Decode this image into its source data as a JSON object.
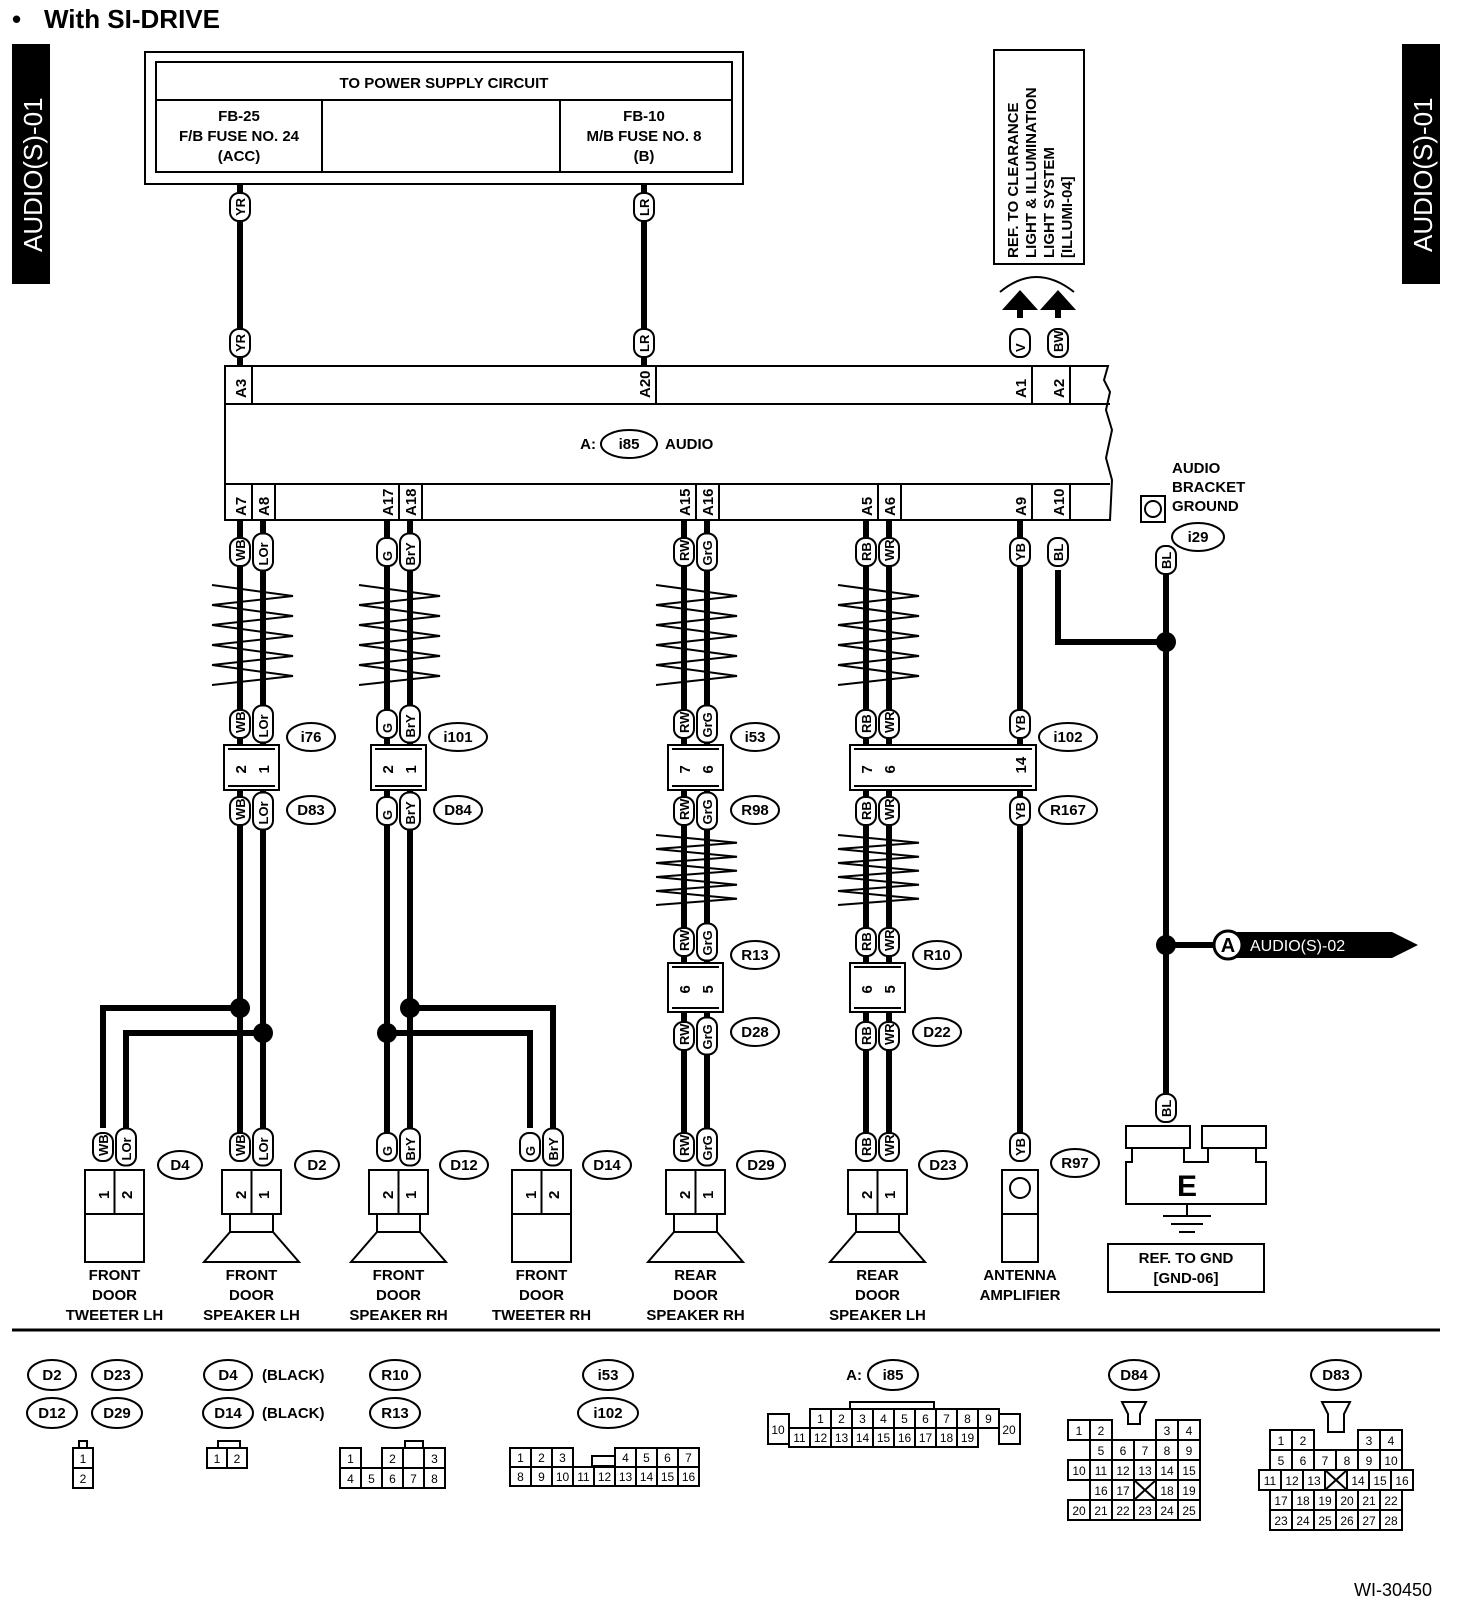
{
  "title": "With SI-DRIVE",
  "side_tab": "AUDIO(S)-01",
  "power_supply": {
    "header": "TO POWER SUPPLY CIRCUIT",
    "left": [
      "FB-25",
      "F/B FUSE NO. 24",
      "(ACC)"
    ],
    "right": [
      "FB-10",
      "M/B FUSE NO. 8",
      "(B)"
    ]
  },
  "ref_illum": [
    "REF. TO CLEARANCE",
    "LIGHT & ILLUMINATION",
    "LIGHT SYSTEM",
    "[ILLUMI-04]"
  ],
  "audio_unit": {
    "prefix": "A:",
    "connector": "i85",
    "name": "AUDIO"
  },
  "top_pins": [
    {
      "pin": "A3",
      "wire": "YR"
    },
    {
      "pin": "A20",
      "wire": "LR"
    },
    {
      "pin": "A1",
      "wire": "V"
    },
    {
      "pin": "A2",
      "wire": "BW"
    }
  ],
  "bottom_pins": [
    "A7",
    "A8",
    "A17",
    "A18",
    "A15",
    "A16",
    "A5",
    "A6",
    "A9",
    "A10"
  ],
  "wires": [
    "WB",
    "LOr",
    "G",
    "BrY",
    "RW",
    "GrG",
    "RB",
    "WR",
    "YB",
    "BL"
  ],
  "ground": {
    "label": [
      "AUDIO",
      "BRACKET",
      "GROUND"
    ],
    "connector": "i29",
    "point": "E",
    "ref": [
      "REF. TO GND",
      "[GND-06]"
    ]
  },
  "offpage": {
    "letter": "A",
    "label": "AUDIO(S)-02"
  },
  "joint_connectors": [
    {
      "upper": "i76",
      "lower": "D83",
      "pins": [
        "2",
        "1"
      ]
    },
    {
      "upper": "i101",
      "lower": "D84",
      "pins": [
        "2",
        "1"
      ]
    },
    {
      "upper": "i53",
      "lower": "R98",
      "pins": [
        "7",
        "6"
      ]
    },
    {
      "upper": "i102",
      "lower": "R167",
      "pins": [
        "7",
        "6",
        "14"
      ]
    },
    {
      "upper": "R13",
      "lower": "D28",
      "pins": [
        "6",
        "5"
      ]
    },
    {
      "upper": "R10",
      "lower": "D22",
      "pins": [
        "6",
        "5"
      ]
    }
  ],
  "devices": [
    {
      "conn": "D4",
      "pins": [
        "1",
        "2"
      ],
      "name": [
        "FRONT",
        "DOOR",
        "TWEETER LH"
      ]
    },
    {
      "conn": "D2",
      "pins": [
        "2",
        "1"
      ],
      "name": [
        "FRONT",
        "DOOR",
        "SPEAKER LH"
      ]
    },
    {
      "conn": "D12",
      "pins": [
        "2",
        "1"
      ],
      "name": [
        "FRONT",
        "DOOR",
        "SPEAKER RH"
      ]
    },
    {
      "conn": "D14",
      "pins": [
        "1",
        "2"
      ],
      "name": [
        "FRONT",
        "DOOR",
        "TWEETER RH"
      ]
    },
    {
      "conn": "D29",
      "pins": [
        "2",
        "1"
      ],
      "name": [
        "REAR",
        "DOOR",
        "SPEAKER RH"
      ]
    },
    {
      "conn": "D23",
      "pins": [
        "2",
        "1"
      ],
      "name": [
        "REAR",
        "DOOR",
        "SPEAKER LH"
      ]
    },
    {
      "conn": "R97",
      "pins": [],
      "name": [
        "ANTENNA",
        "AMPLIFIER"
      ]
    }
  ],
  "legend": {
    "g1": [
      "D2",
      "D23",
      "D12",
      "D29"
    ],
    "g2": [
      "D4",
      "D14"
    ],
    "black": "(BLACK)",
    "g3": [
      "R10",
      "R13"
    ],
    "g4": [
      "i53",
      "i102"
    ],
    "g5": "i85",
    "g5_prefix": "A:",
    "g6": "D84",
    "g7": "D83"
  },
  "figure_id": "WI-30450"
}
